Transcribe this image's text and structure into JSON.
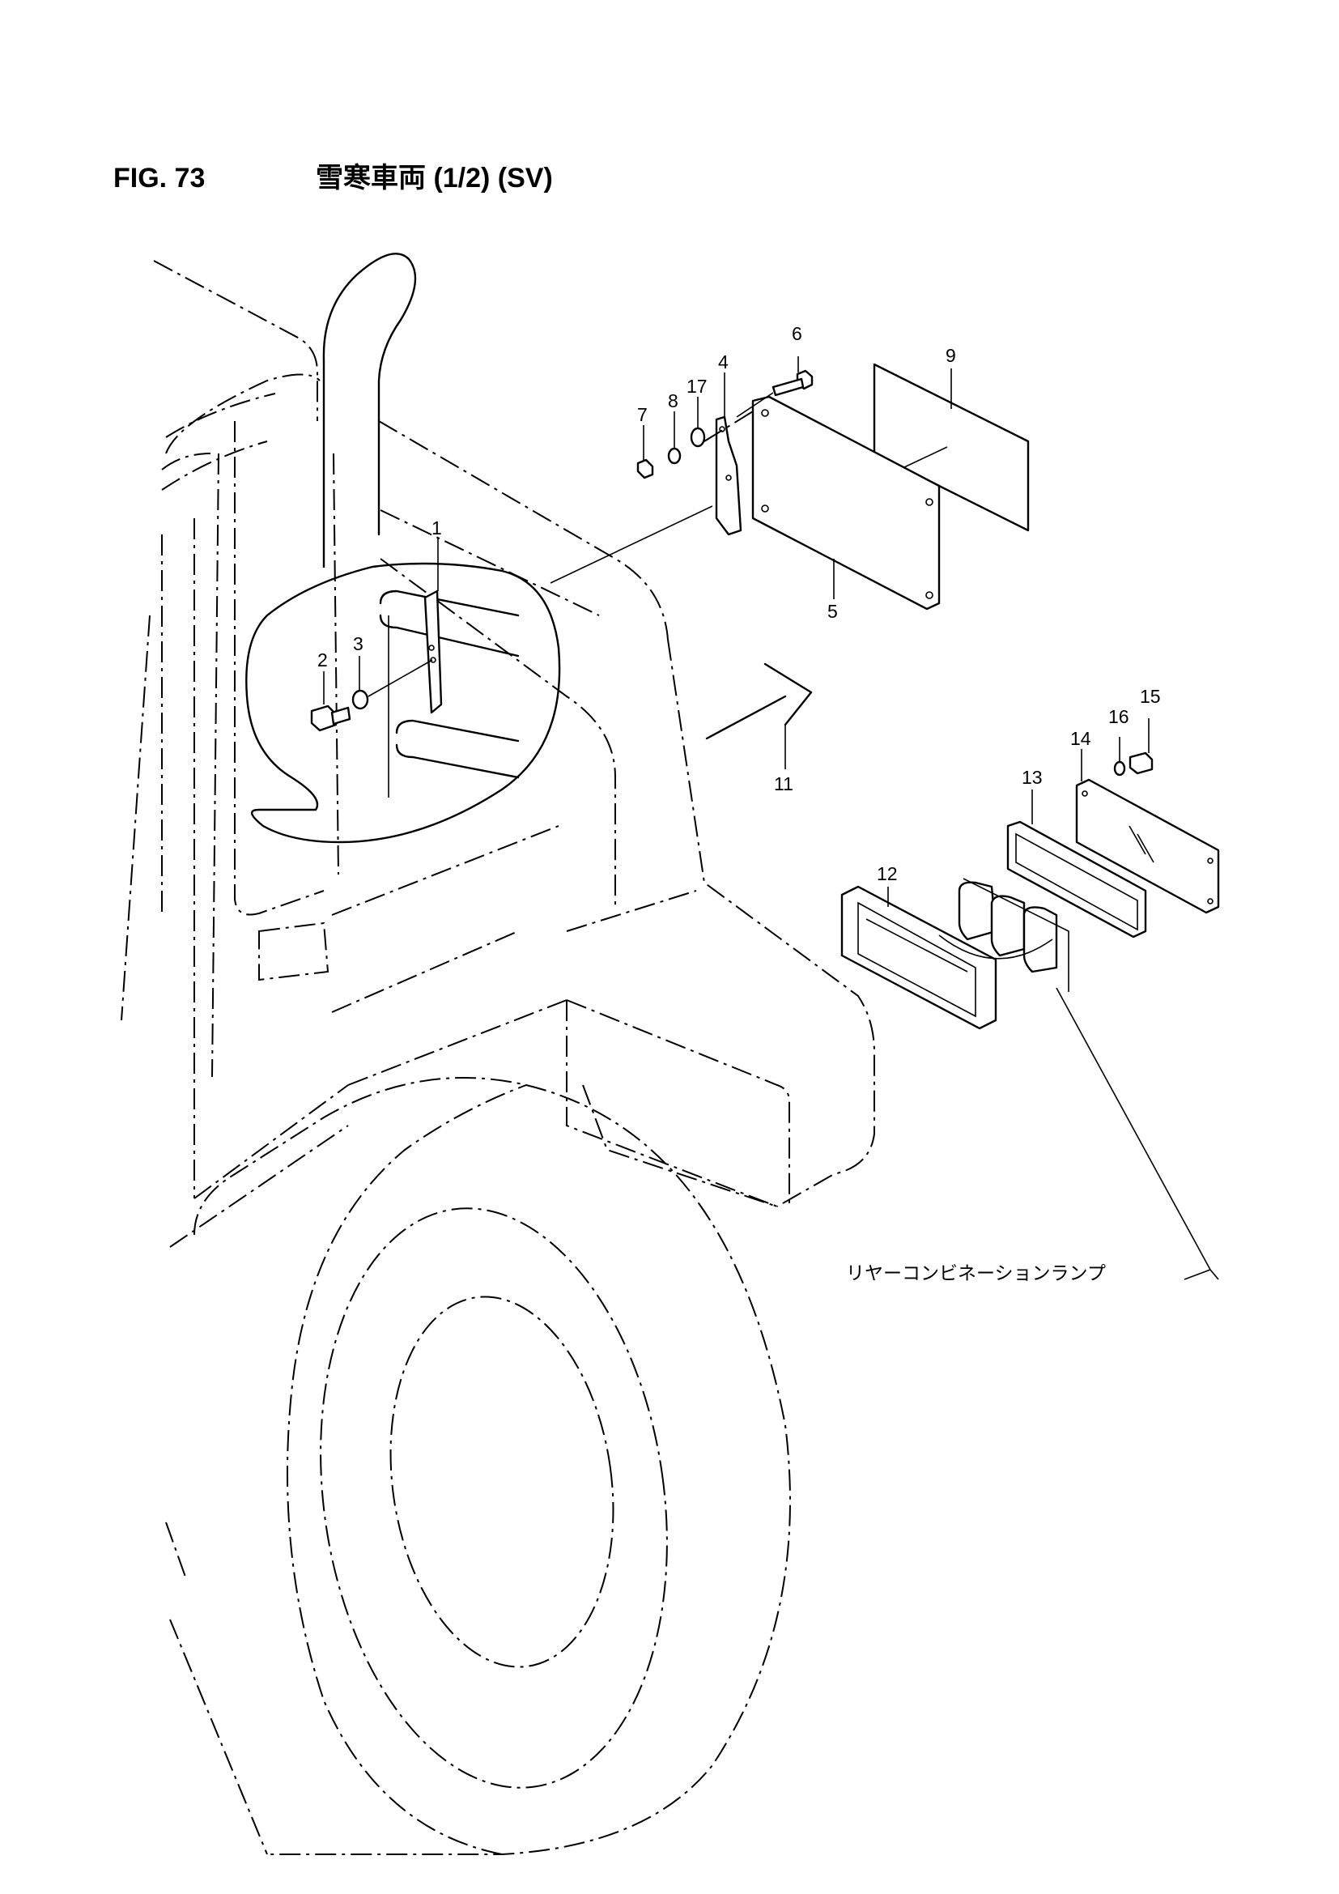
{
  "header": {
    "figure_number": "FIG. 73",
    "title": "雪寒車両 (1/2) (SV)"
  },
  "callouts": {
    "p1": "1",
    "p2": "2",
    "p3": "3",
    "p4": "4",
    "p5": "5",
    "p6": "6",
    "p7": "7",
    "p8": "8",
    "p9": "9",
    "p11": "11",
    "p12": "12",
    "p13": "13",
    "p14": "14",
    "p15": "15",
    "p16": "16",
    "p17": "17"
  },
  "assembly_label": "リヤーコンビネーションランプ"
}
